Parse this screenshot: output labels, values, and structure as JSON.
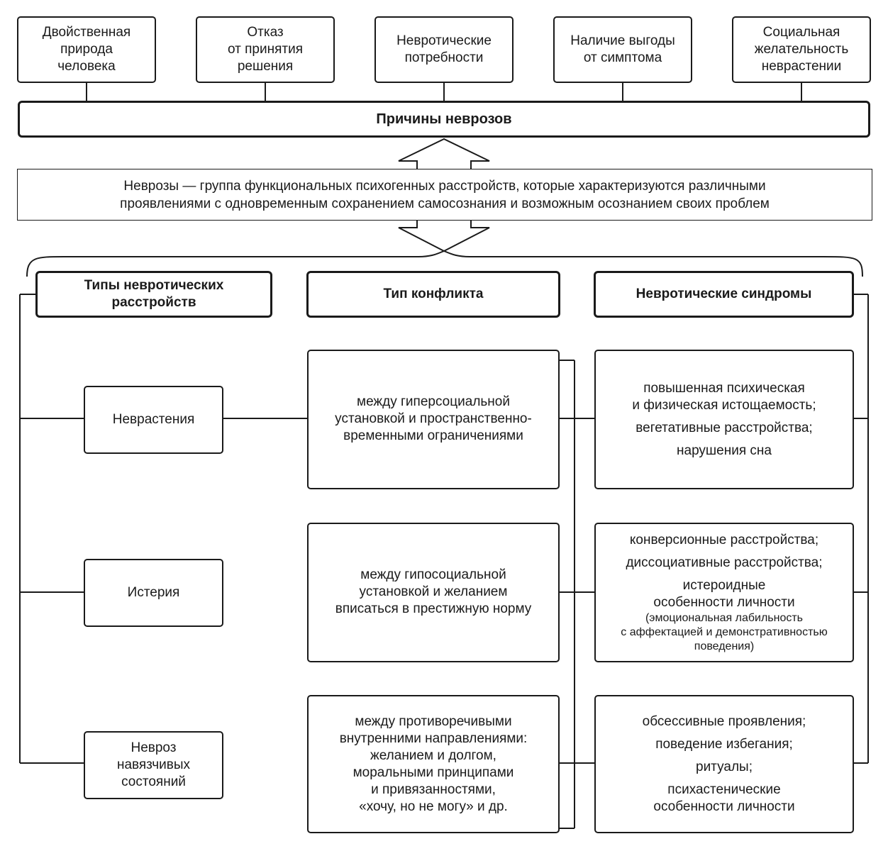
{
  "causes": [
    [
      "Двойственная",
      "природа",
      "человека"
    ],
    [
      "Отказ",
      "от принятия",
      "решения"
    ],
    [
      "Невротические",
      "потребности"
    ],
    [
      "Наличие выгоды",
      "от симптома"
    ],
    [
      "Социальная",
      "желательность",
      "неврастении"
    ]
  ],
  "causes_title": "Причины неврозов",
  "definition": [
    "Неврозы — группа функциональных психогенных расстройств, которые характеризуются различными",
    "проявлениями с одновременным сохранением самосознания и возможным осознанием своих проблем"
  ],
  "headers": {
    "types": [
      "Типы невротических",
      "расстройств"
    ],
    "conflict": "Тип конфликта",
    "syndromes": "Невротические синдромы"
  },
  "types": [
    [
      "Неврастения"
    ],
    [
      "Истерия"
    ],
    [
      "Невроз",
      "навязчивых",
      "состояний"
    ]
  ],
  "conflicts": [
    [
      "между гиперсоциальной",
      "установкой и пространственно-",
      "временными ограничениями"
    ],
    [
      "между гипосоциальной",
      "установкой и желанием",
      "вписаться в престижную норму"
    ],
    [
      "между противоречивыми",
      "внутренними направлениями:",
      "желанием и долгом,",
      "моральными принципами",
      "и привязанностями,",
      "«хочу, но не могу» и др."
    ]
  ],
  "syndromes": {
    "neurasthenia": {
      "l1": "повышенная психическая",
      "l2": "и физическая истощаемость;",
      "l3": "вегетативные расстройства;",
      "l4": "нарушения сна"
    },
    "hysteria": {
      "l1": "конверсионные расстройства;",
      "l2": "диссоциативные расстройства;",
      "l3": "истероидные",
      "l4": "особенности личности",
      "s1": "(эмоциональная лабильность",
      "s2": "с аффектацией и демонстративностью",
      "s3": "поведения)"
    },
    "ocd": {
      "l1": "обсессивные проявления;",
      "l2": "поведение избегания;",
      "l3": "ритуалы;",
      "l4": "психастенические",
      "l5": "особенности личности"
    }
  }
}
